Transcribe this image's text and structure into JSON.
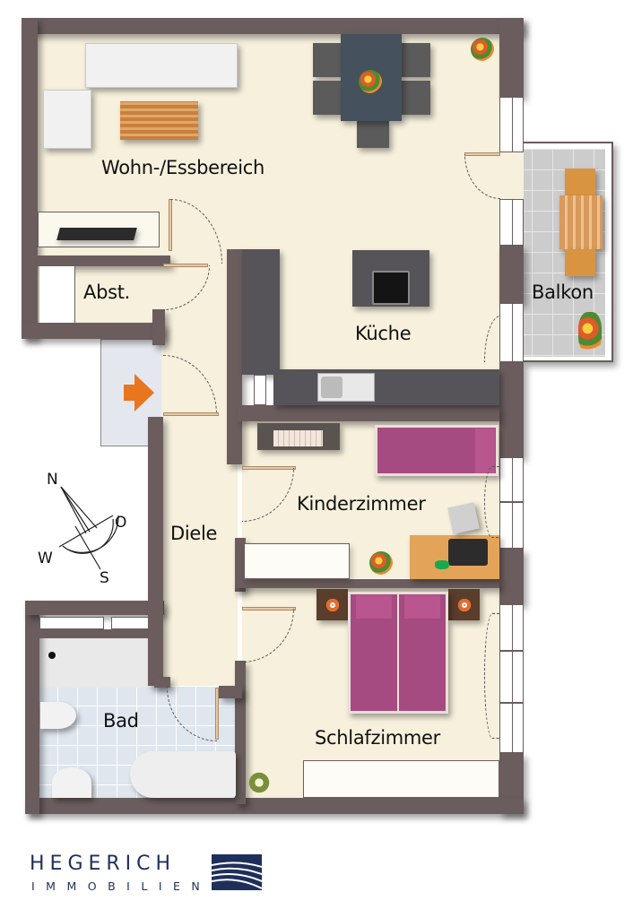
{
  "plan": {
    "rooms": {
      "living_dining": "Wohn-/Essbereich",
      "storage": "Abst.",
      "kitchen": "Küche",
      "balcony": "Balkon",
      "hall": "Diele",
      "kids_room": "Kinderzimmer",
      "bathroom": "Bad",
      "bedroom": "Schlafzimmer"
    },
    "compass": {
      "north": "N",
      "east": "O",
      "south": "S",
      "west": "W"
    },
    "entrance_icon": "entrance-arrow-icon",
    "colors": {
      "wall": "#6b5d5d",
      "floor": "#f6f0dc",
      "bath_tile": "#dfe6ee",
      "balcony_tile": "#cdcccc",
      "kitchen_counter": "#565459",
      "bed": "#a64b82",
      "entrance_arrow": "#e8761f",
      "brand": "#1e2f5b"
    }
  },
  "branding": {
    "company": "HEGERICH",
    "tagline": "IMMOBILIEN"
  }
}
